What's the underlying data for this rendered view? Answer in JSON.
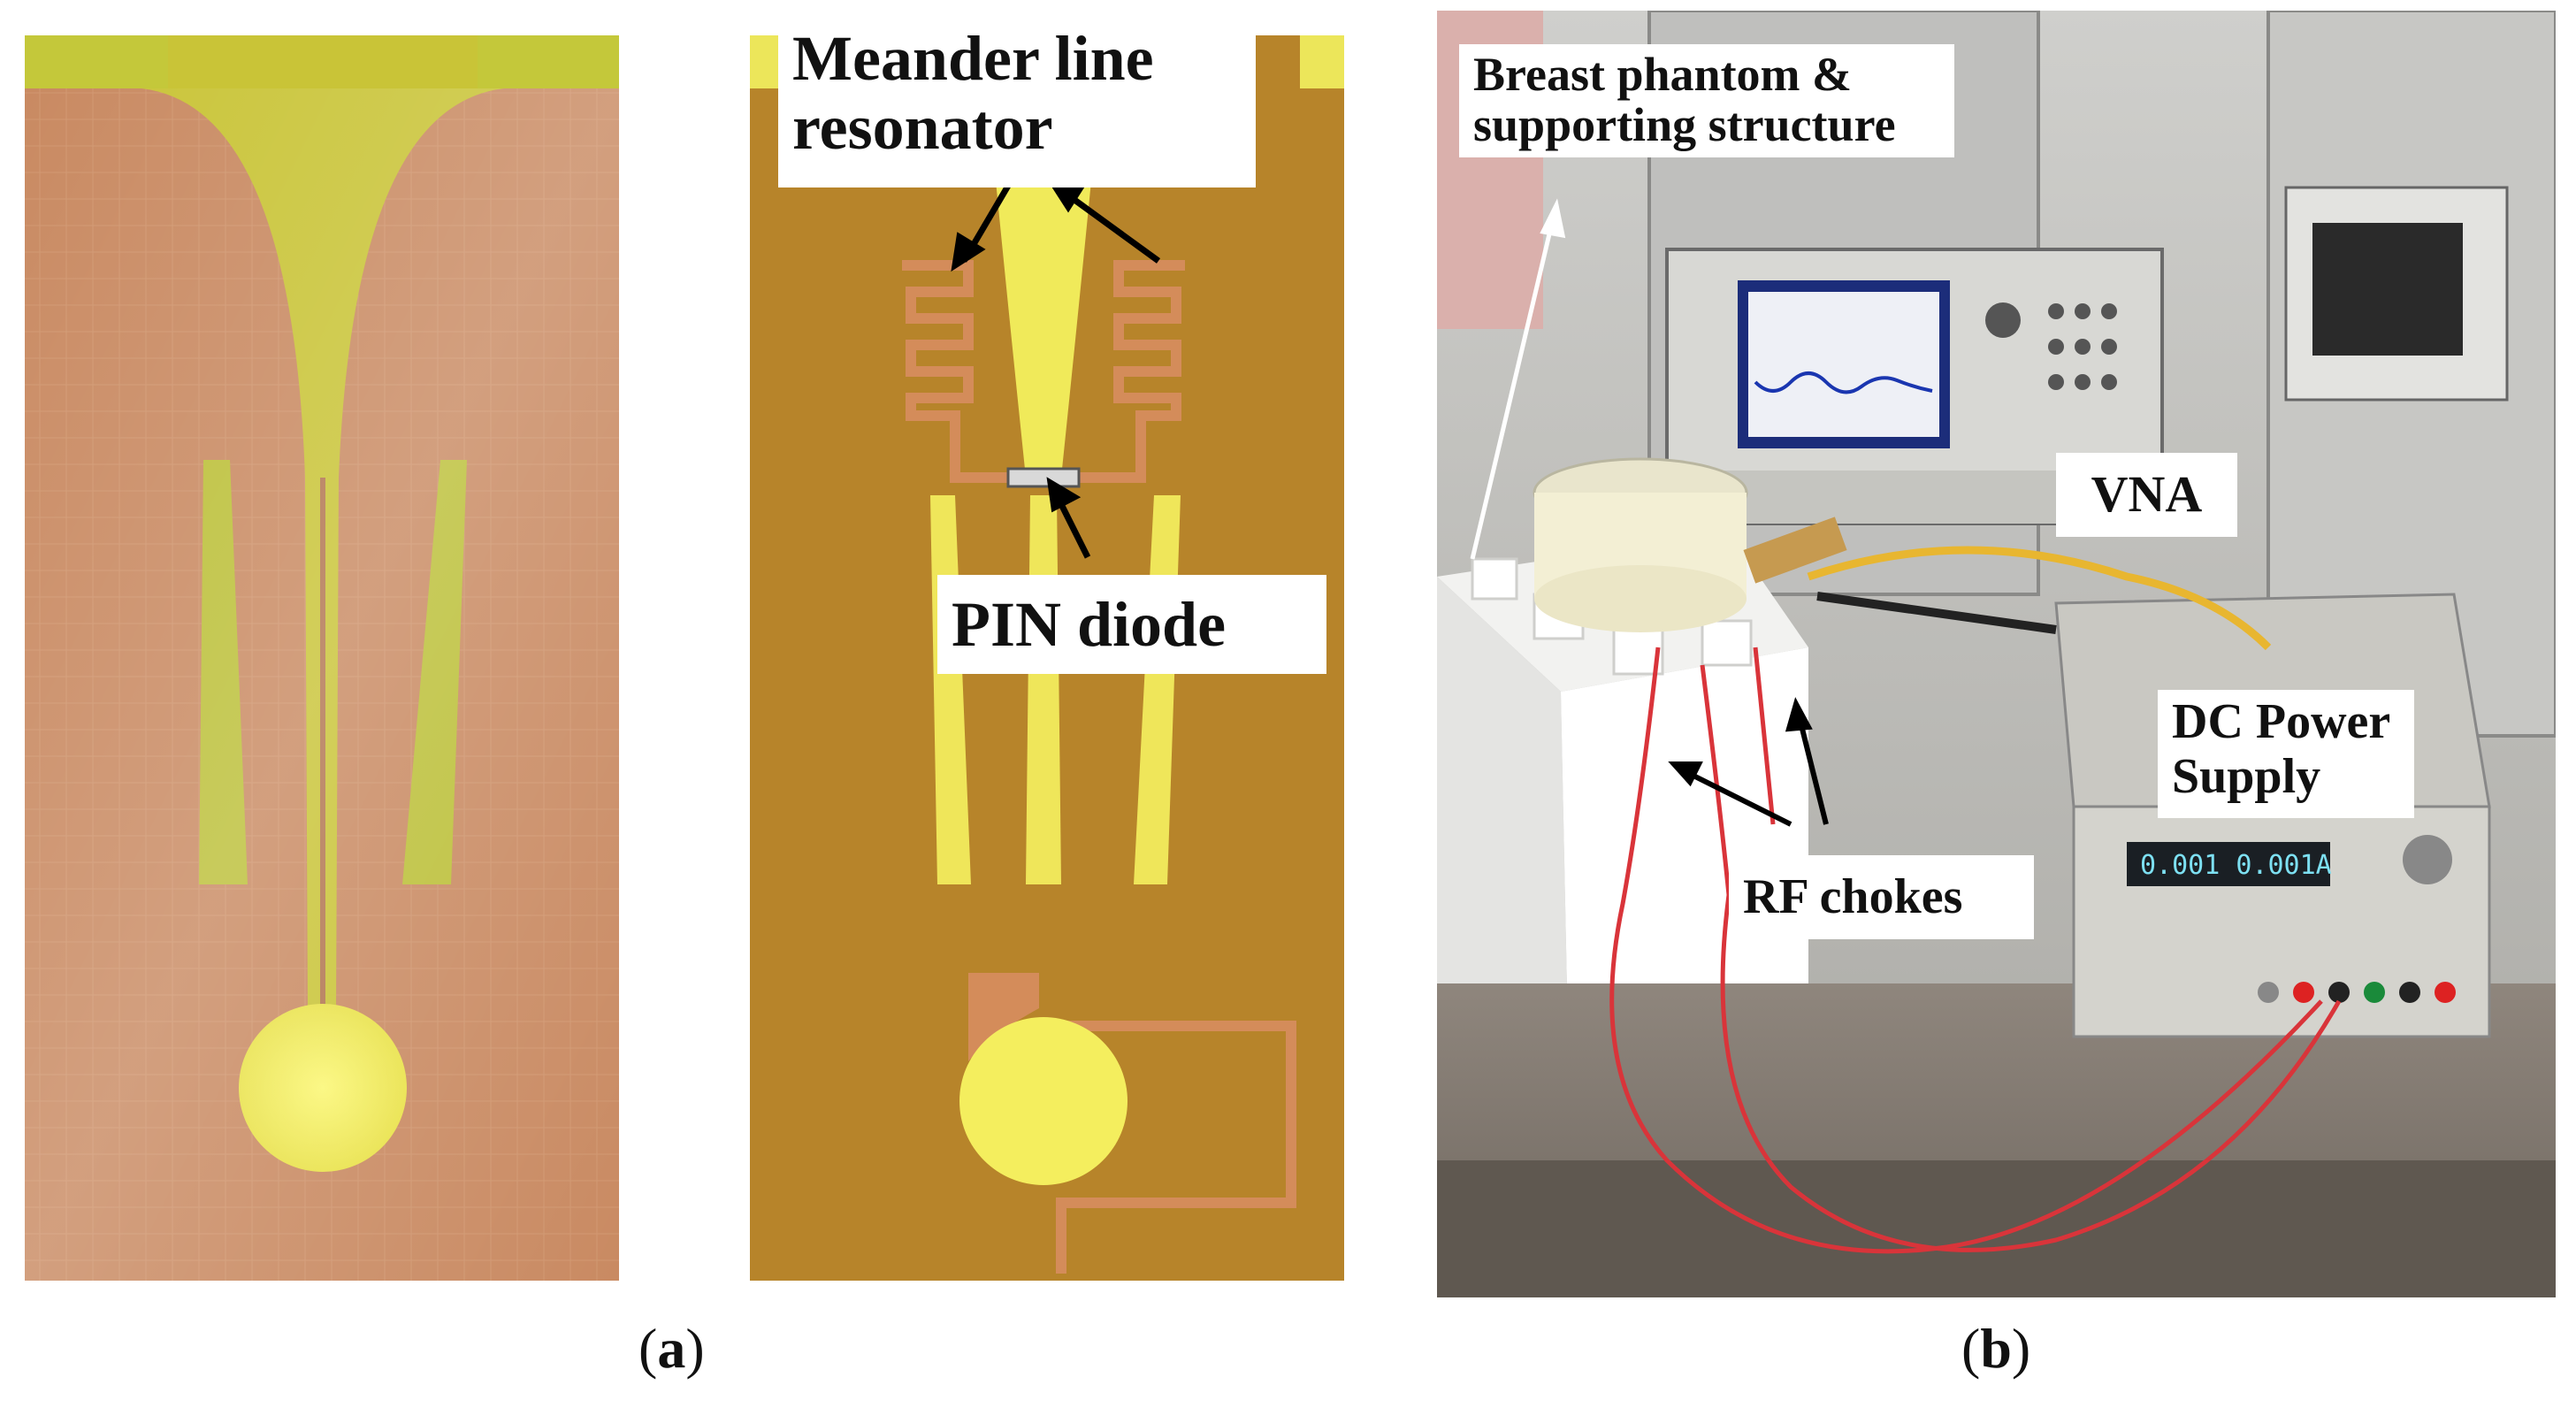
{
  "figure": {
    "panel_a": {
      "caption_open": "(",
      "caption_letter": "a",
      "caption_close": ")",
      "labels": {
        "meander_line_1": "Meander line",
        "meander_line_2": "resonator",
        "pin_diode": "PIN diode"
      }
    },
    "panel_b": {
      "caption_open": "(",
      "caption_letter": "b",
      "caption_close": ")",
      "labels": {
        "phantom_1": "Breast phantom &",
        "phantom_2": "supporting structure",
        "vna": "VNA",
        "dc_1": "DC Power",
        "dc_2": "Supply",
        "rf_chokes": "RF chokes"
      },
      "psu_display": "0.001  0.001A"
    }
  },
  "colors": {
    "copper": "#c98a62",
    "copper_light": "#dba27c",
    "substrate_green": "#c9c43a",
    "substrate_yellow": "#f2ec54",
    "fr4_brown": "#b7842a",
    "wire_red": "#d9343a",
    "cable_yellow": "#e8b630"
  }
}
